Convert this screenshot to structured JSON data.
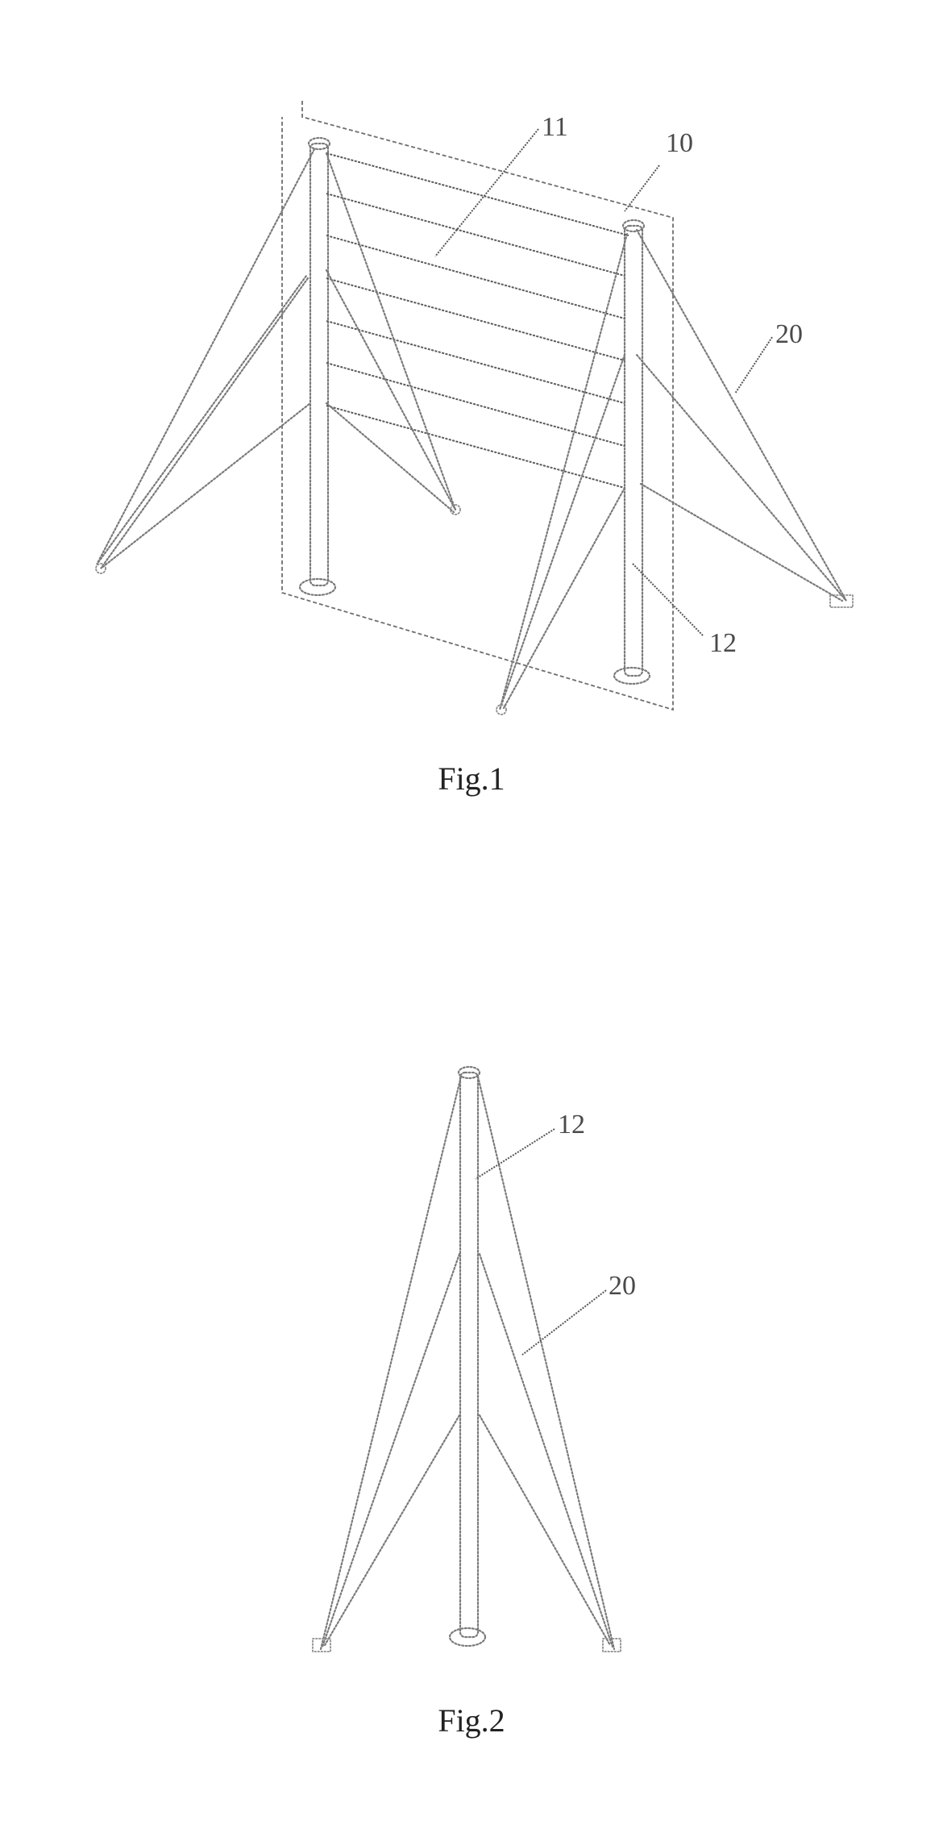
{
  "figures": [
    {
      "caption": "Fig.1",
      "labels": {
        "ref_11": "11",
        "ref_10": "10",
        "ref_20": "20",
        "ref_12": "12"
      }
    },
    {
      "caption": "Fig.2",
      "labels": {
        "ref_12": "12",
        "ref_20": "20"
      }
    }
  ]
}
